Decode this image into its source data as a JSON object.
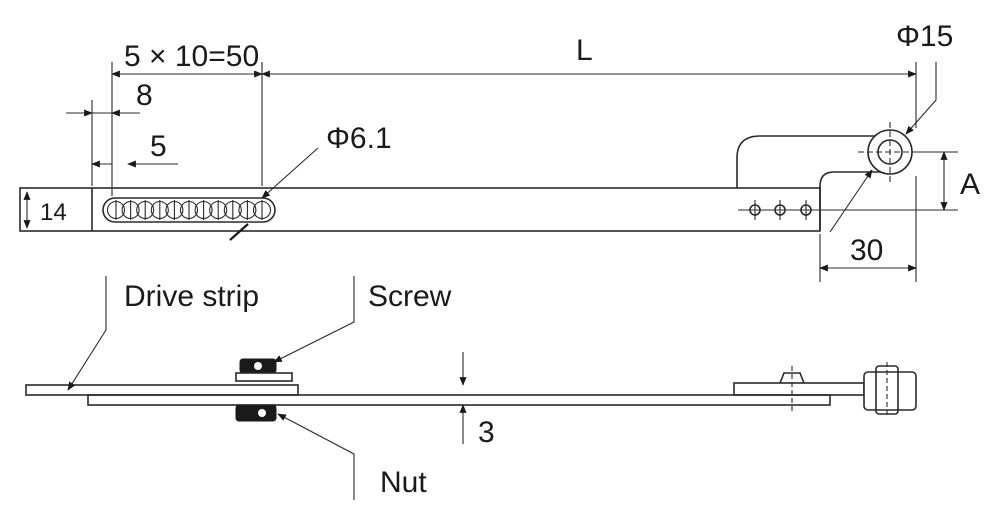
{
  "dimensions": {
    "hole_spacing": "5 × 10=50",
    "offset_8": "8",
    "offset_5": "5",
    "length": "L",
    "pivot_hole": "Φ15",
    "slot_hole": "Φ6.1",
    "height_a": "A",
    "width_14": "14",
    "length_30": "30",
    "thickness": "3"
  },
  "labels": {
    "drive_strip": "Drive strip",
    "screw": "Screw",
    "nut": "Nut"
  }
}
